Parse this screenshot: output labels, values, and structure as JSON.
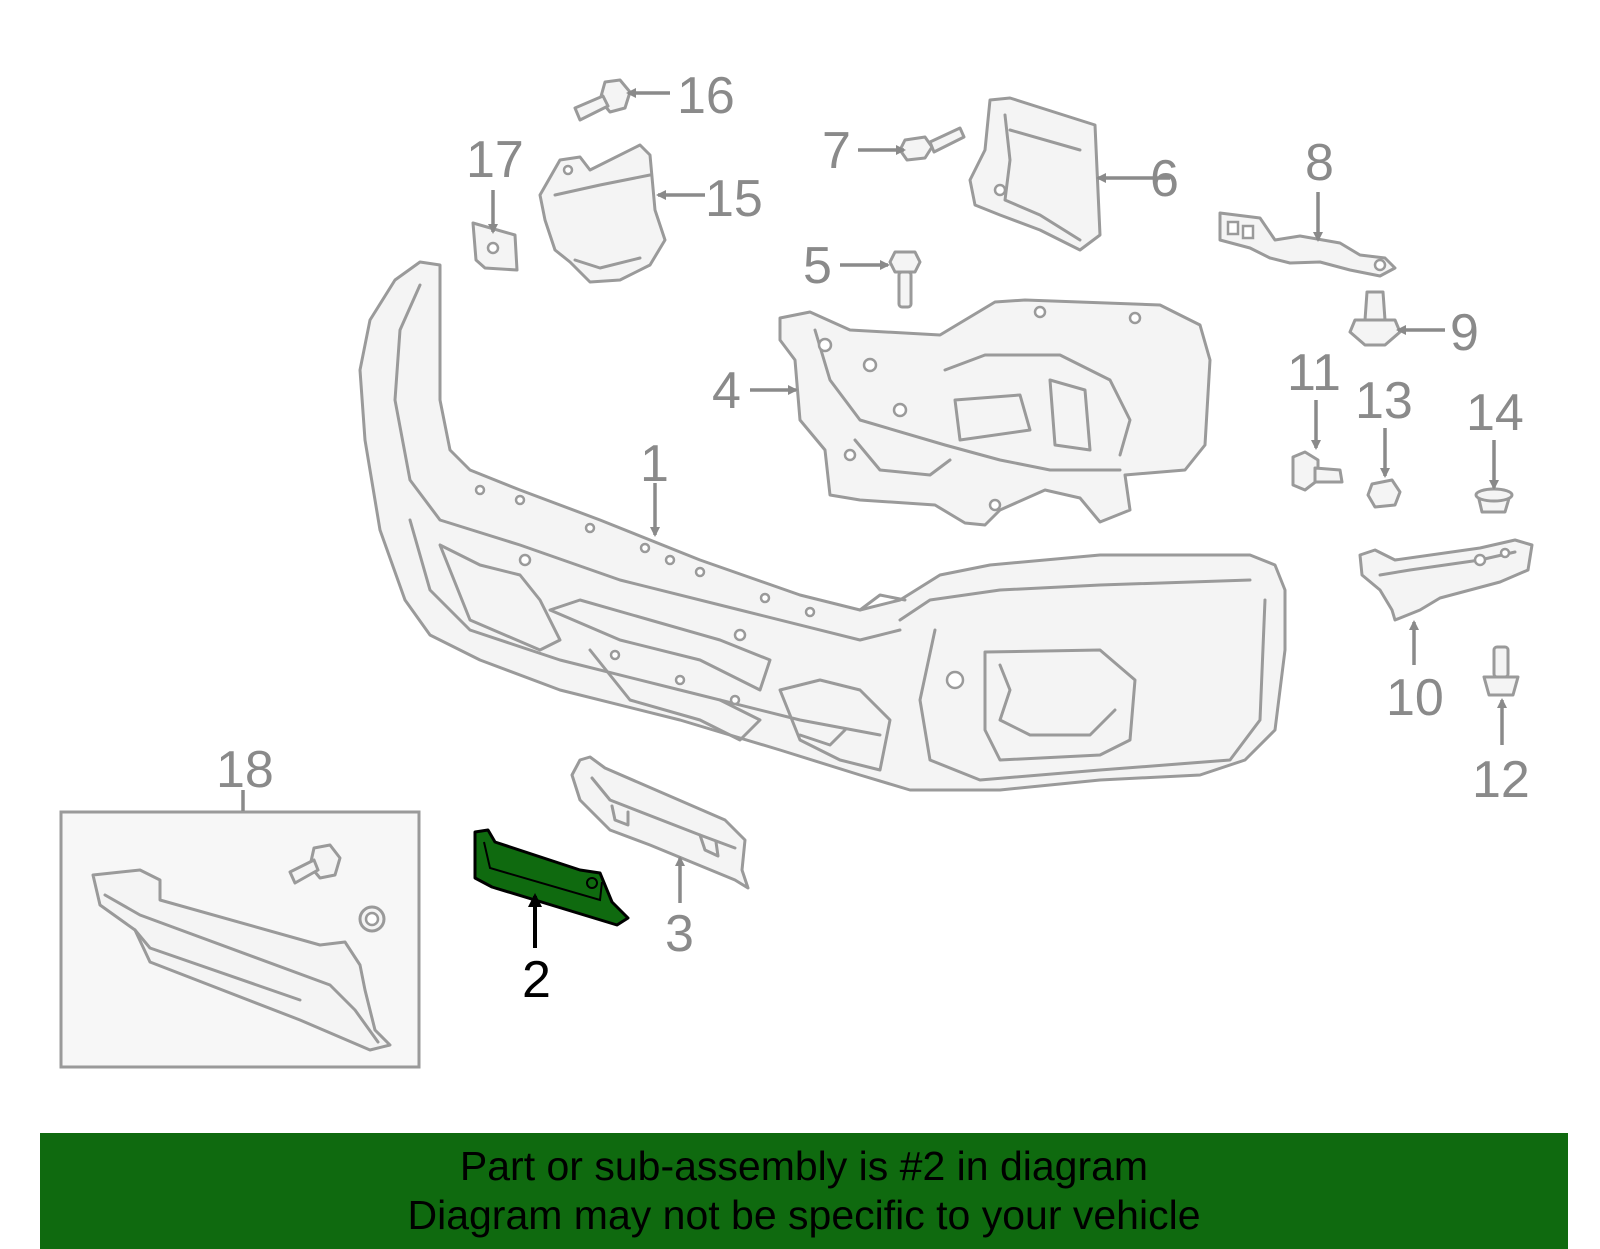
{
  "diagram": {
    "callouts": [
      {
        "id": "1",
        "label": "1"
      },
      {
        "id": "2",
        "label": "2",
        "highlighted": true
      },
      {
        "id": "3",
        "label": "3"
      },
      {
        "id": "4",
        "label": "4"
      },
      {
        "id": "5",
        "label": "5"
      },
      {
        "id": "6",
        "label": "6"
      },
      {
        "id": "7",
        "label": "7"
      },
      {
        "id": "8",
        "label": "8"
      },
      {
        "id": "9",
        "label": "9"
      },
      {
        "id": "10",
        "label": "10"
      },
      {
        "id": "11",
        "label": "11"
      },
      {
        "id": "12",
        "label": "12"
      },
      {
        "id": "13",
        "label": "13"
      },
      {
        "id": "14",
        "label": "14"
      },
      {
        "id": "15",
        "label": "15"
      },
      {
        "id": "16",
        "label": "16"
      },
      {
        "id": "17",
        "label": "17"
      },
      {
        "id": "18",
        "label": "18"
      }
    ],
    "highlight_color": "#0f6a0f",
    "line_color": "#9a9a9a"
  },
  "banner": {
    "line1": "Part or sub-assembly is #2 in diagram",
    "line2": "Diagram may not be specific to your vehicle",
    "background": "#0f6a0f"
  }
}
